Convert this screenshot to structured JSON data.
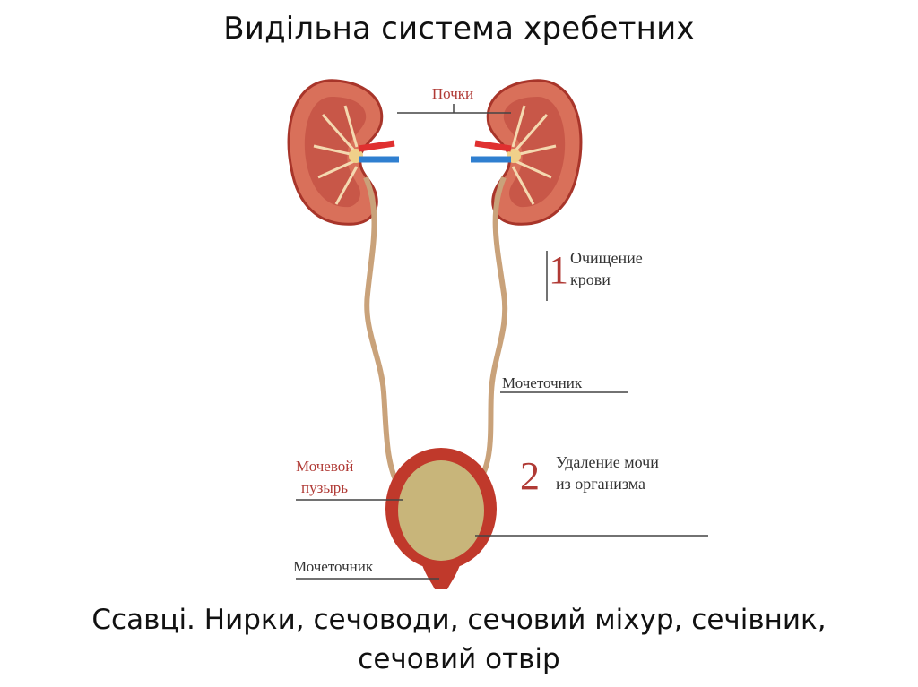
{
  "title": "Видільна система хребетних",
  "diagram": {
    "labels": {
      "kidneys": "Почки",
      "ureter_right": "Мочеточник",
      "bladder": "Мочевой пузырь",
      "bladder_line1": "Мочевой",
      "bladder_line2": "пузырь",
      "urethra": "Мочеточник"
    },
    "functions": [
      {
        "number": "1",
        "line1": "Очищение",
        "line2": "крови"
      },
      {
        "number": "2",
        "line1": "Удаление мочи",
        "line2": "из организма"
      }
    ],
    "colors": {
      "kidney": "#d9705a",
      "kidney_outline": "#a8352a",
      "ureter": "#c9a27a",
      "bladder_wall": "#c0392b",
      "bladder_inside": "#c8b57a",
      "artery": "#e03030",
      "vein": "#2f7fd0",
      "label_red": "#b03a35",
      "label_dark": "#333333"
    }
  },
  "caption": {
    "line1": "Ссавці. Нирки, сечоводи, сечовий міхур, сечівник,",
    "line2": "сечовий отвір"
  }
}
